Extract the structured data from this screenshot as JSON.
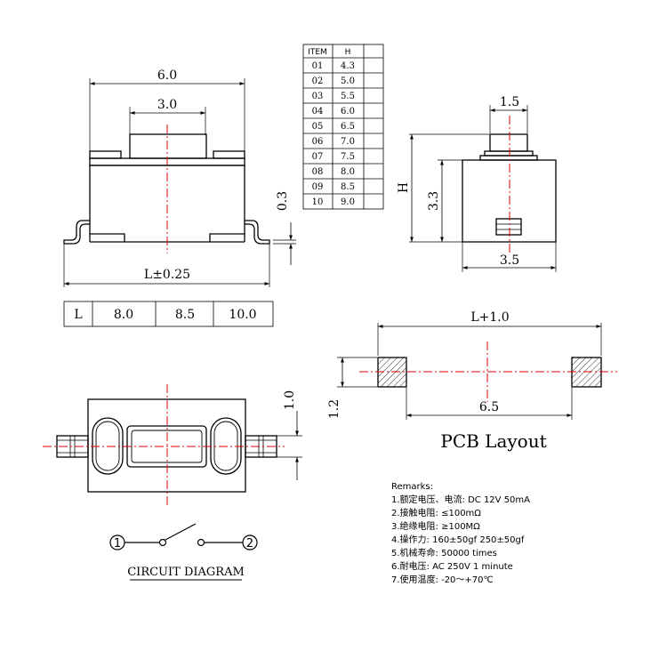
{
  "colors": {
    "outline": "#000000",
    "centerline": "#dd0000",
    "hatch": "#000000",
    "background": "#ffffff"
  },
  "front_view": {
    "dim_width": "6.0",
    "dim_button": "3.0",
    "dim_lead_height": "0.3",
    "dim_length": "L±0.25"
  },
  "height_table": {
    "header_item": "ITEM",
    "header_h": "H",
    "rows": [
      {
        "item": "01",
        "h": "4.3"
      },
      {
        "item": "02",
        "h": "5.0"
      },
      {
        "item": "03",
        "h": "5.5"
      },
      {
        "item": "04",
        "h": "6.0"
      },
      {
        "item": "05",
        "h": "6.5"
      },
      {
        "item": "06",
        "h": "7.0"
      },
      {
        "item": "07",
        "h": "7.5"
      },
      {
        "item": "08",
        "h": "8.0"
      },
      {
        "item": "09",
        "h": "8.5"
      },
      {
        "item": "10",
        "h": "9.0"
      }
    ]
  },
  "side_view": {
    "dim_button": "1.5",
    "dim_total": "H",
    "dim_body": "3.3",
    "dim_depth": "3.5"
  },
  "length_table": {
    "label": "L",
    "values": [
      "8.0",
      "8.5",
      "10.0"
    ]
  },
  "top_view": {
    "dim_lead_width": "1.0"
  },
  "circuit": {
    "node1": "1",
    "node2": "2",
    "title": "CIRCUIT DIAGRAM"
  },
  "pcb": {
    "dim_length": "L+1.0",
    "dim_pad": "1.2",
    "dim_spacing": "6.5",
    "title": "PCB Layout"
  },
  "remarks": {
    "title": "Remarks:",
    "items": [
      "1.额定电压、电流: DC 12V 50mA",
      "2.接触电阻: ≤100mΩ",
      "3.绝缘电阻: ≥100MΩ",
      "4.操作力: 160±50gf  250±50gf",
      "5.机械寿命: 50000 times",
      "6.耐电压: AC 250V 1 minute",
      "7.使用温度: -20～+70℃"
    ]
  }
}
